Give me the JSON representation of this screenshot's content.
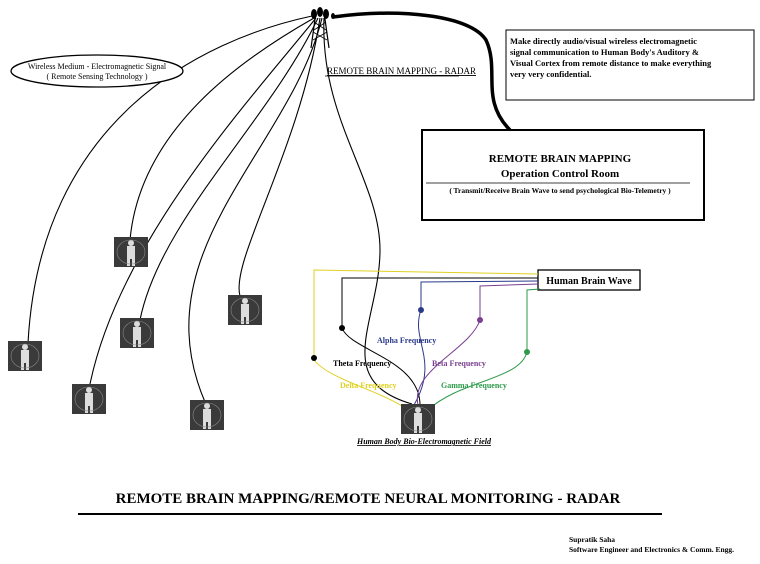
{
  "tower_label": "REMOTE BRAIN MAPPING - RADAR",
  "wireless_label": {
    "line1": "Wireless Medium - Electromagnetic Signal",
    "line2": "( Remote Sensing Technology )"
  },
  "note_box": {
    "lines": [
      "Make directly audio/visual wireless electromagnetic",
      "signal communication to Human Body's Auditory &",
      "Visual Cortex from remote distance to make everything",
      "very very confidential."
    ]
  },
  "control_room": {
    "title": "REMOTE BRAIN MAPPING",
    "subtitle": "Operation Control Room",
    "description": "( Transmit/Receive Brain Wave to send psychological Bio-Telemetry )"
  },
  "brain_wave_box": {
    "label": "Human Brain Wave"
  },
  "frequencies": {
    "alpha": "Alpha Frequency",
    "beta": "Beta Frequency",
    "theta": "Theta Frequency",
    "delta": "Delta Frequency",
    "gamma": "Gamma Frequency"
  },
  "colors": {
    "alpha": "#2a3a8a",
    "beta": "#7a3f8f",
    "theta": "#000000",
    "delta": "#e0d020",
    "gamma": "#2e9a4a"
  },
  "bio_field_label": "Human Body Bio-Electromagnetic Field",
  "main_title": "REMOTE BRAIN MAPPING/REMOTE NEURAL MONITORING - RADAR",
  "author": {
    "name": "Supratik Saha",
    "role": "Software Engineer and Electronics & Comm. Engg."
  }
}
